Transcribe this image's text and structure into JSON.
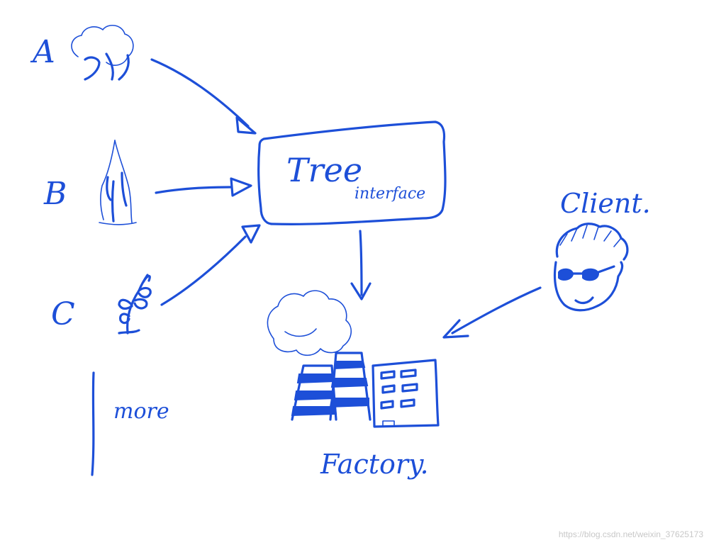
{
  "diagram": {
    "nodes": [
      {
        "id": "A",
        "label": "A",
        "icon": "tree-icon"
      },
      {
        "id": "B",
        "label": "B",
        "icon": "pine-tree-icon"
      },
      {
        "id": "C",
        "label": "C",
        "icon": "sapling-icon"
      },
      {
        "id": "more",
        "label": "more"
      },
      {
        "id": "tree",
        "label": "Tree",
        "sublabel": "interface"
      },
      {
        "id": "factory",
        "label": "Factory.",
        "icon": "factory-icon"
      },
      {
        "id": "client",
        "label": "Client.",
        "icon": "client-face-icon"
      }
    ],
    "edges": [
      {
        "from": "A",
        "to": "tree"
      },
      {
        "from": "B",
        "to": "tree"
      },
      {
        "from": "C",
        "to": "tree"
      },
      {
        "from": "tree",
        "to": "factory"
      },
      {
        "from": "client",
        "to": "factory"
      }
    ],
    "ink_color": "#1d4fd8"
  },
  "watermark": "https://blog.csdn.net/weixin_37625173"
}
